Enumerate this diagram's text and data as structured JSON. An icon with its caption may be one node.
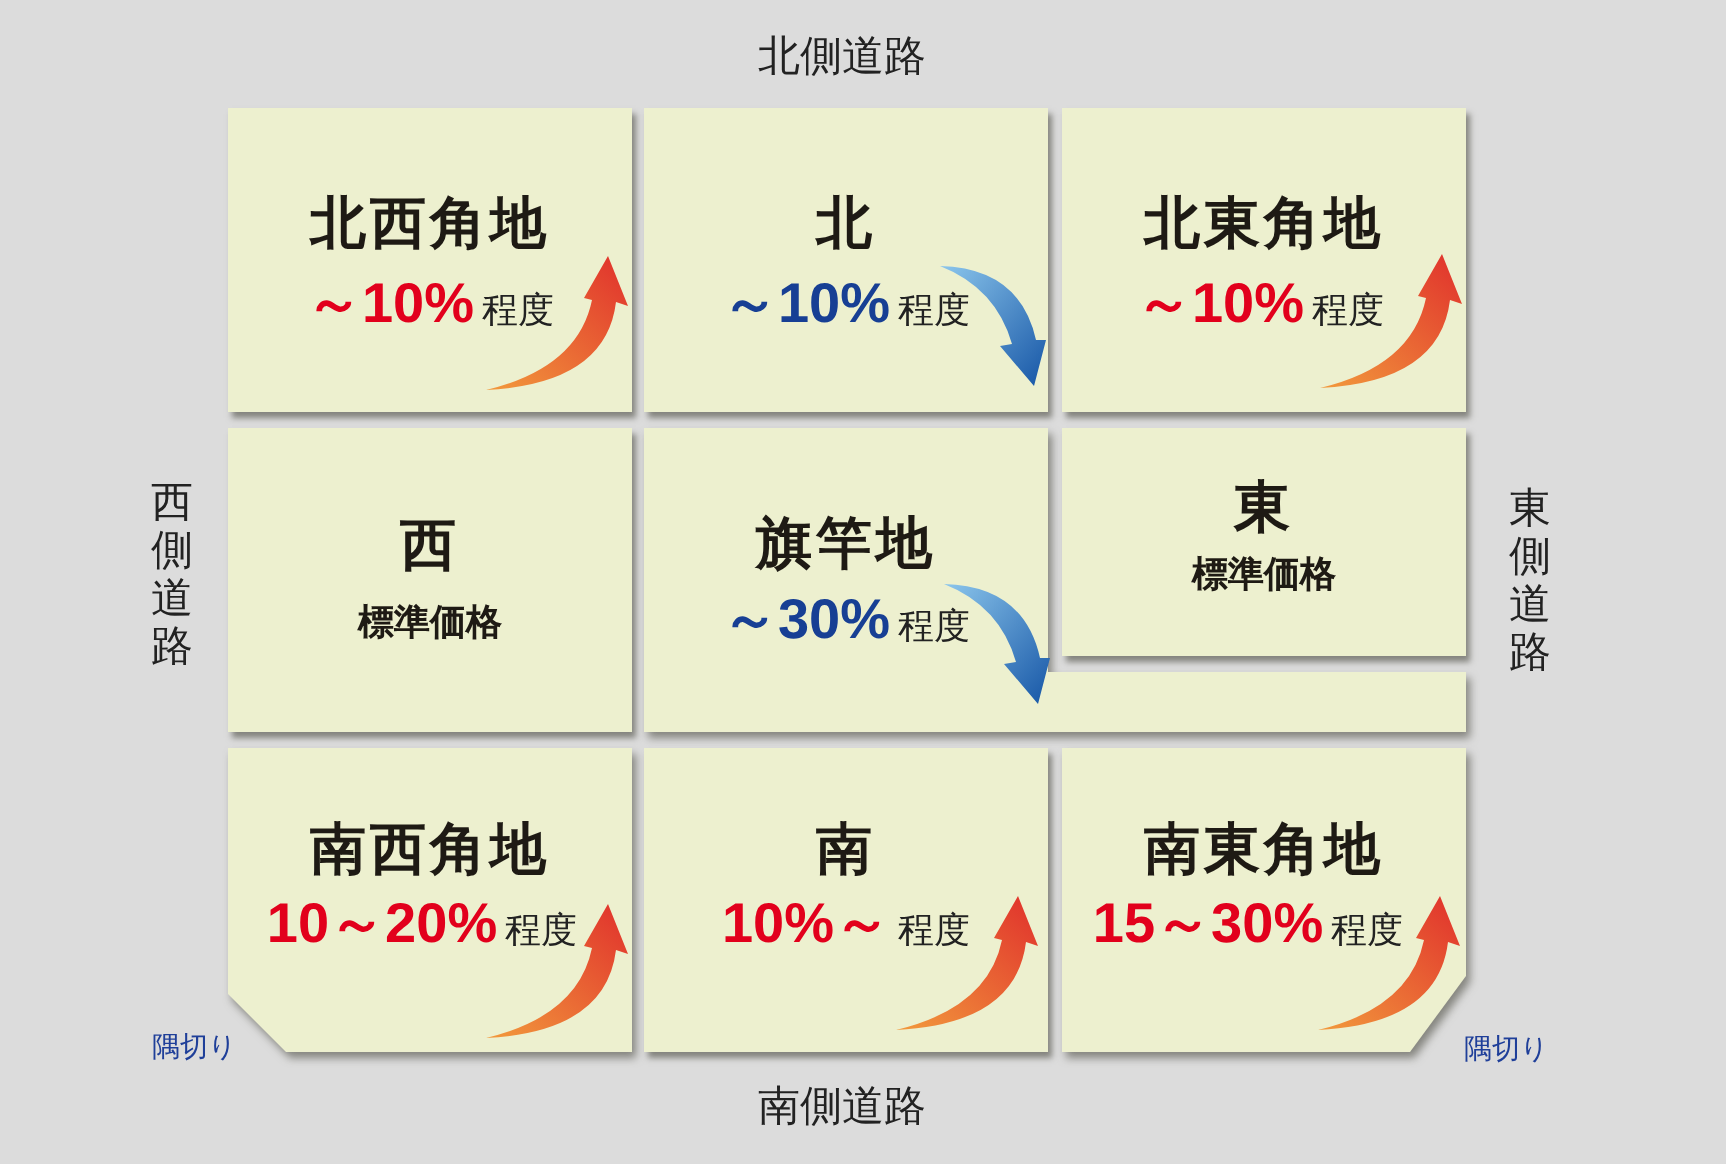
{
  "diagram": {
    "nodes": [
      {
        "text": [
          "北西角地",
          "～10%",
          "程度"
        ]
      },
      {
        "text": [],
        "shape": "arrow",
        "in": 0
      },
      {
        "text": [
          "北",
          "～10%",
          "程度"
        ]
      },
      {
        "text": [],
        "shape": "arrow",
        "in": 2
      },
      {
        "text": [
          "北東角地",
          "～10%",
          "程度"
        ]
      },
      {
        "text": [],
        "shape": "arrow",
        "in": 4
      },
      {
        "text": [
          "西",
          "標準価格"
        ]
      },
      {
        "text": [
          "旗竿地",
          "～30%",
          "程度"
        ]
      },
      {
        "text": [],
        "shape": "arrow",
        "in": 7
      },
      {
        "text": [
          "東",
          "標準価格"
        ]
      },
      {
        "text": [
          "南西角地",
          "10～20%",
          "程度"
        ]
      },
      {
        "text": [],
        "shape": "arrow",
        "in": 10
      },
      {
        "text": [
          "南",
          "10%～",
          "程度"
        ]
      },
      {
        "text": [],
        "shape": "arrow",
        "in": 12
      },
      {
        "text": [
          "南東角地",
          "15～30%",
          "程度"
        ]
      },
      {
        "text": [],
        "shape": "arrow",
        "in": 14
      }
    ],
    "labels": [
      "北側道路",
      "西側道路",
      "東側道路",
      "隅切り",
      "隅切り",
      "南側道路"
    ]
  }
}
